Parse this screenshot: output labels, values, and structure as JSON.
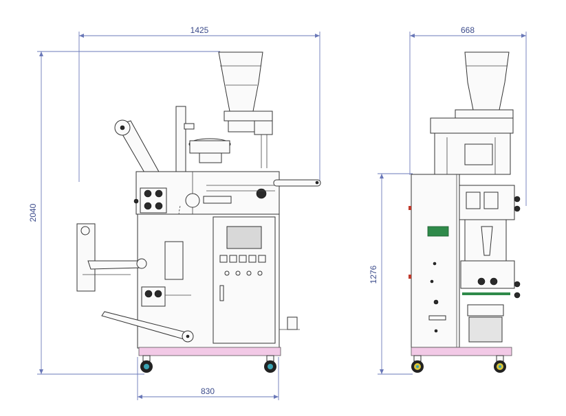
{
  "dimensions": {
    "front_width": "1425",
    "height": "2040",
    "base_width": "830",
    "side_width": "668",
    "side_height": "1276"
  },
  "colors": {
    "dimension_line": "#6a78b8",
    "base_plate": "#f2c9e6",
    "green_part": "#2f8a4a",
    "wheel_accent": "#d9c53a",
    "wheel_hub": "#3aa4b4",
    "red_marker": "#c0392b"
  }
}
